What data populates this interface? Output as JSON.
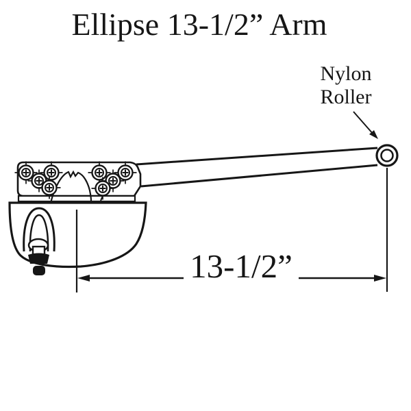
{
  "title": "Ellipse 13-1/2” Arm",
  "callout": {
    "line1": "Nylon",
    "line2": "Roller"
  },
  "dimension": {
    "label": "13-1/2”"
  },
  "colors": {
    "ink": "#161616",
    "background": "#ffffff"
  }
}
